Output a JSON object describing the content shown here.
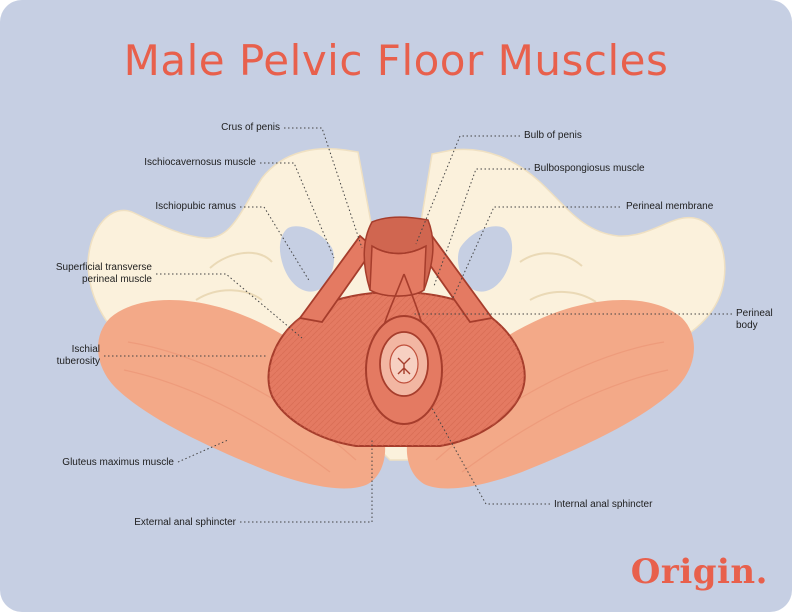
{
  "title": "Male Pelvic Floor Muscles",
  "labels": {
    "crus_of_penis": "Crus of penis",
    "ischiocavernosus_muscle": "Ischiocavernosus muscle",
    "ischiopubic_ramus": "Ischiopubic ramus",
    "superficial_transverse_1": "Superficial transverse",
    "superficial_transverse_2": "perineal muscle",
    "ischial_tuberosity_1": "Ischial",
    "ischial_tuberosity_2": "tuberosity",
    "gluteus_maximus_muscle": "Gluteus maximus muscle",
    "external_anal_sphincter": "External anal sphincter",
    "bulb_of_penis": "Bulb of penis",
    "bulbospongiosus_muscle": "Bulbospongiosus  muscle",
    "perineal_membrane": "Perineal membrane",
    "perineal_body_1": "Perineal",
    "perineal_body_2": "body",
    "internal_anal_sphincter": "Internal anal sphincter"
  },
  "logo": "Origin.",
  "colors": {
    "background": "#c6cfe3",
    "bone": "#fbf1dc",
    "muscle": "#e47a62",
    "muscle_dark": "#a63d2c",
    "gluteus": "#f3a988",
    "accent": "#e8604c"
  }
}
